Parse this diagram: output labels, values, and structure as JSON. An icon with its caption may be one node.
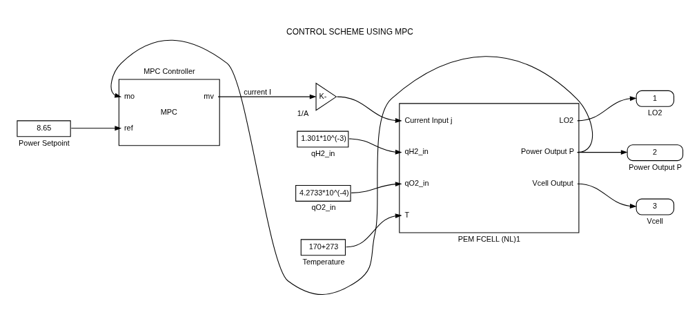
{
  "diagram": {
    "title": "CONTROL SCHEME USING MPC",
    "nodes": [
      {
        "text": [
          "MPC Controller",
          "mo",
          "ref",
          "MPC",
          "mv"
        ]
      },
      {
        "text": [
          "8.65",
          "Power Setpoint"
        ]
      },
      {
        "text": [
          "K-",
          "1/A"
        ]
      },
      {
        "text": [
          "1.301*10^(-3)",
          "qH2_in"
        ]
      },
      {
        "text": [
          "4.2733*10^(-4)",
          "qO2_in"
        ]
      },
      {
        "text": [
          "170+273",
          "Temperature"
        ]
      },
      {
        "text": [
          "Current Input j",
          "qH2_in",
          "qO2_in",
          "T",
          "LO2",
          "Power Output P",
          "Vcell Output",
          "PEM FCELL (NL)1"
        ]
      },
      {
        "text": [
          "1",
          "LO2"
        ]
      },
      {
        "text": [
          "2",
          "Power Output P"
        ]
      },
      {
        "text": [
          "3",
          "Vcell"
        ]
      }
    ],
    "edges": [
      {
        "from": 1,
        "to": 0,
        "arrow": "to"
      },
      {
        "from": 0,
        "to": 2,
        "arrow": "to",
        "label": "current I"
      },
      {
        "from": 2,
        "to": 6,
        "arrow": "to"
      },
      {
        "from": 3,
        "to": 6,
        "arrow": "to"
      },
      {
        "from": 4,
        "to": 6,
        "arrow": "to"
      },
      {
        "from": 5,
        "to": 6,
        "arrow": "to"
      },
      {
        "from": 6,
        "to": 7,
        "arrow": "to"
      },
      {
        "from": 6,
        "to": 8,
        "arrow": "to"
      },
      {
        "from": 6,
        "to": 9,
        "arrow": "to"
      },
      {
        "from": 6,
        "to": 0,
        "arrow": "to"
      }
    ]
  }
}
